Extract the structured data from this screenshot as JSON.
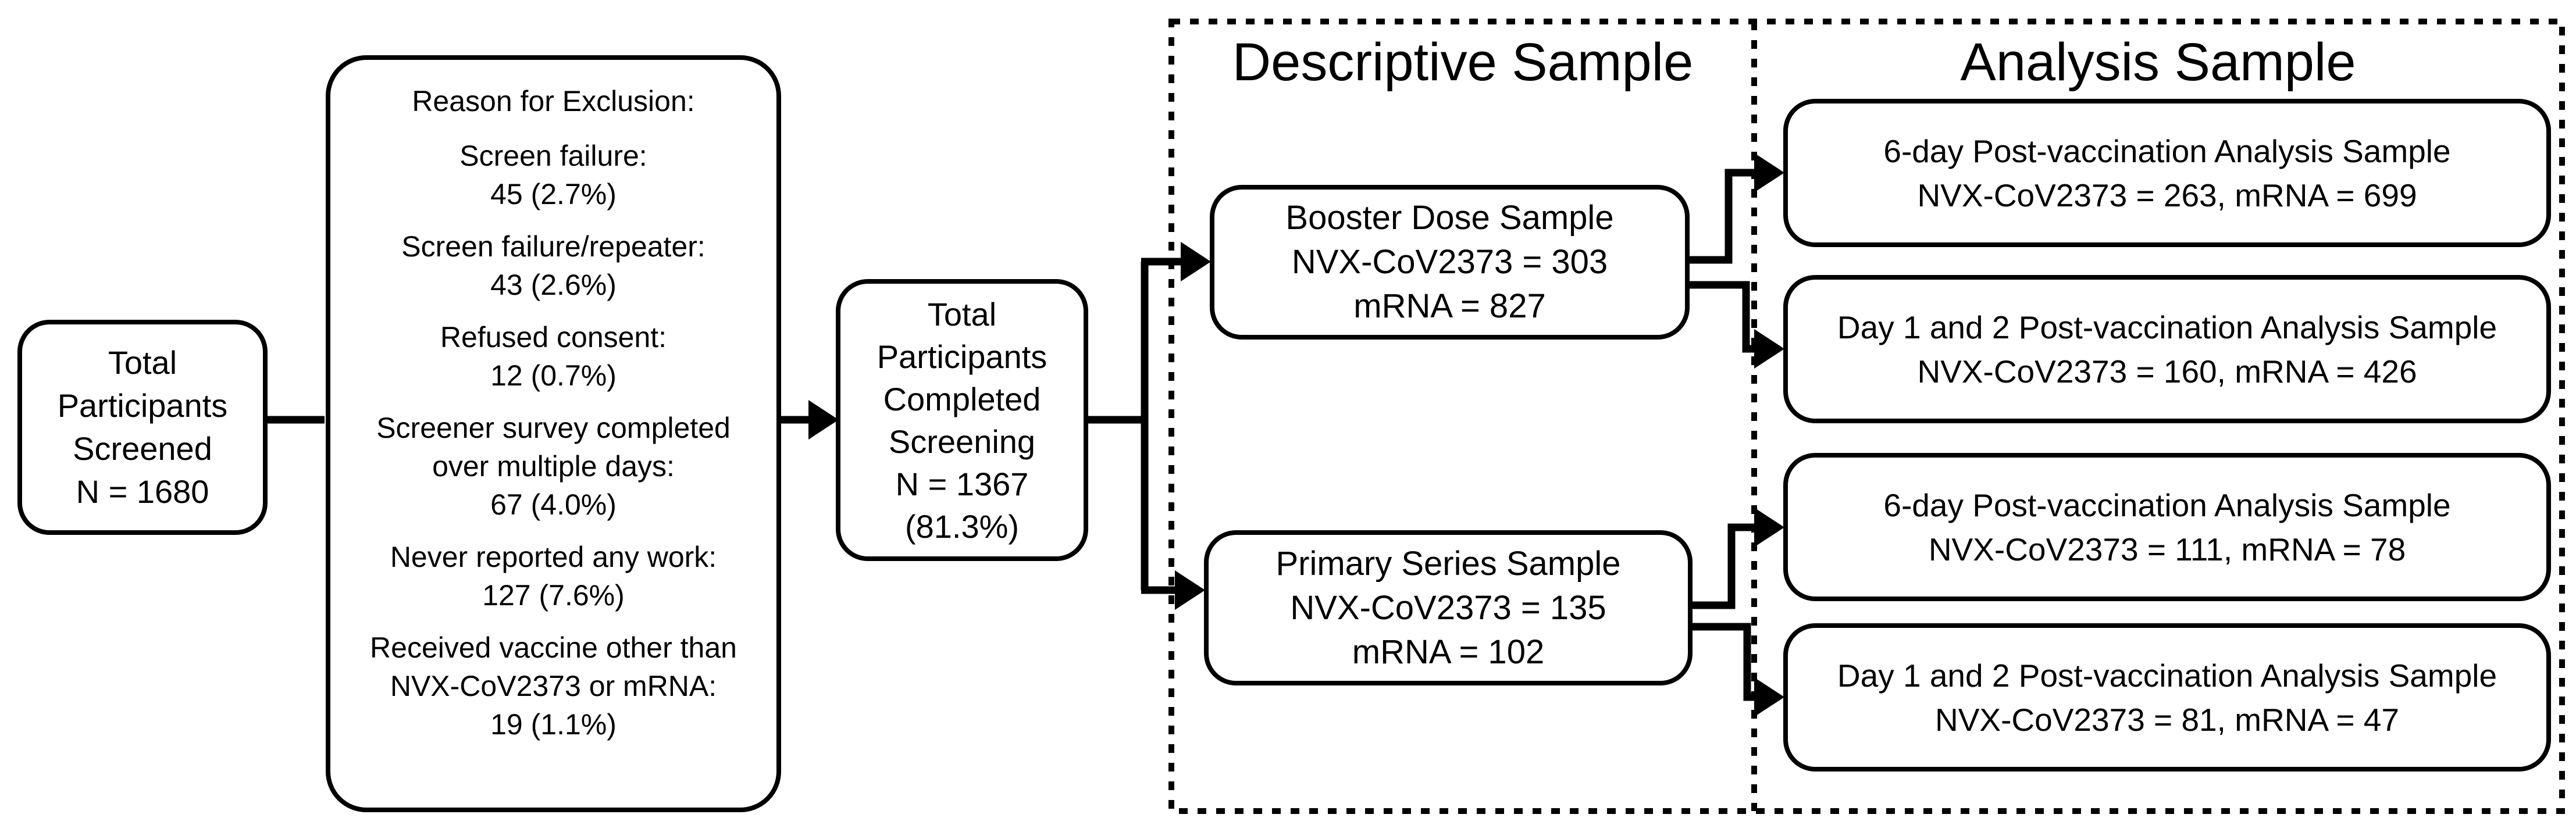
{
  "screened": {
    "lines": [
      "Total",
      "Participants",
      "Screened",
      "N = 1680"
    ]
  },
  "exclusion": {
    "title": "Reason for Exclusion:",
    "items": [
      {
        "label": "Screen failure:",
        "value": "45 (2.7%)"
      },
      {
        "label": "Screen failure/repeater:",
        "value": "43 (2.6%)"
      },
      {
        "label": "Refused consent:",
        "value": "12 (0.7%)"
      },
      {
        "label": "Screener survey completed over multiple days:",
        "value": "67 (4.0%)"
      },
      {
        "label": "Never reported any work:",
        "value": "127 (7.6%)"
      },
      {
        "label": "Received vaccine other than NVX-CoV2373 or mRNA:",
        "value": "19 (1.1%)"
      }
    ]
  },
  "completed": {
    "lines": [
      "Total",
      "Participants",
      "Completed",
      "Screening",
      "N = 1367",
      "(81.3%)"
    ]
  },
  "panels": {
    "descriptive_title": "Descriptive Sample",
    "analysis_title": "Analysis Sample"
  },
  "booster": {
    "lines": [
      "Booster Dose Sample",
      "NVX-CoV2373 = 303",
      "mRNA = 827"
    ]
  },
  "primary": {
    "lines": [
      "Primary Series Sample",
      "NVX-CoV2373 = 135",
      "mRNA = 102"
    ]
  },
  "analysis_boxes": [
    {
      "title": "6-day Post-vaccination Analysis Sample",
      "value": "NVX-CoV2373 = 263, mRNA = 699"
    },
    {
      "title": "Day 1 and 2 Post-vaccination Analysis Sample",
      "value": "NVX-CoV2373 = 160, mRNA = 426"
    },
    {
      "title": "6-day Post-vaccination Analysis Sample",
      "value": "NVX-CoV2373 = 111, mRNA = 78"
    },
    {
      "title": "Day 1 and 2 Post-vaccination Analysis Sample",
      "value": "NVX-CoV2373 = 81, mRNA = 47"
    }
  ],
  "colors": {
    "ink": "#000000",
    "background": "#ffffff"
  }
}
